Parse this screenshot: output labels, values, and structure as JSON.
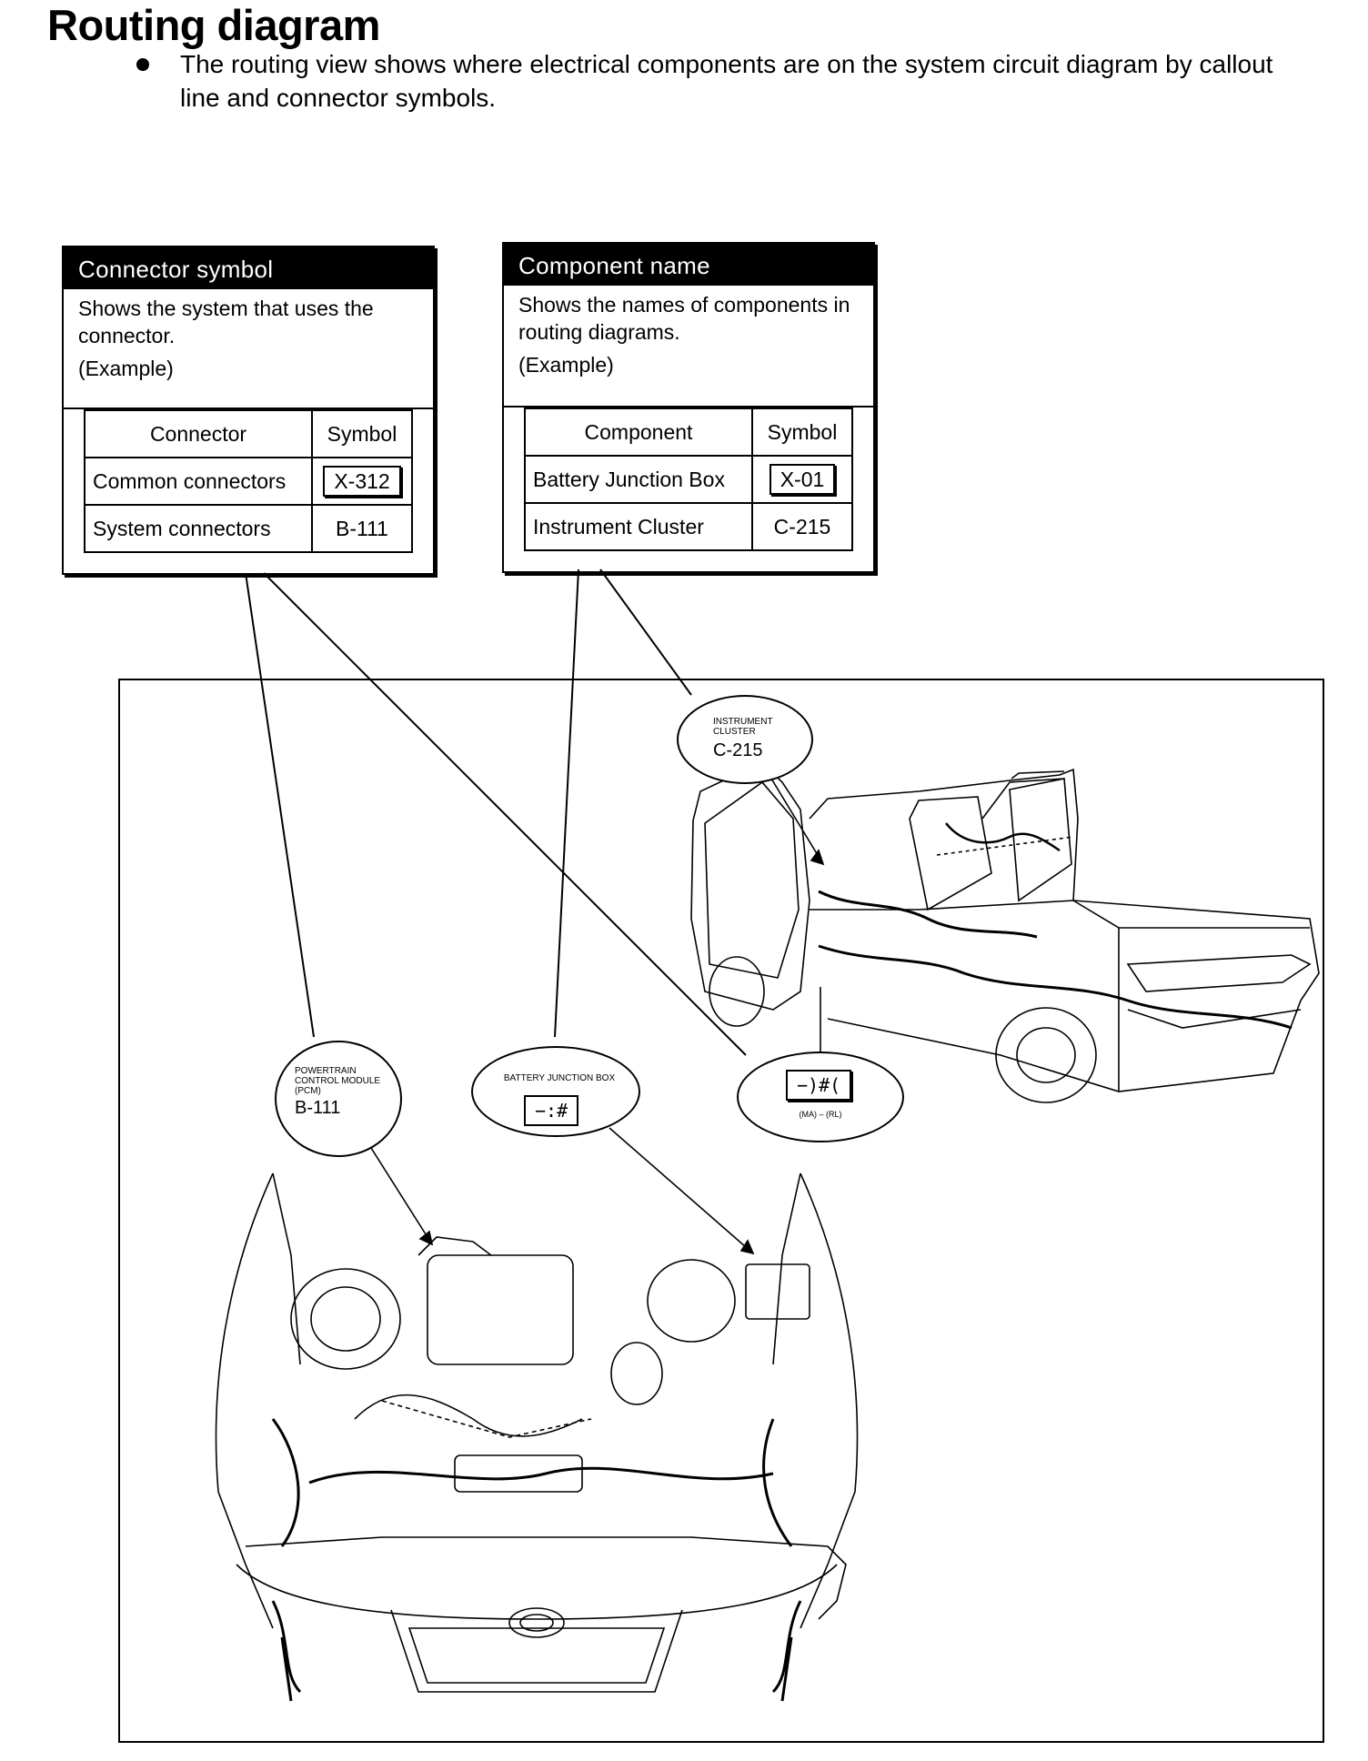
{
  "page": {
    "title": "Routing diagram",
    "bullet": "The routing view shows where electrical components are on the system circuit diagram by callout line and connector symbols."
  },
  "connector_box": {
    "header": "Connector symbol",
    "description": "Shows the system that uses the connector.",
    "example": "(Example)",
    "table": {
      "col_headers": [
        "Connector",
        "Symbol"
      ],
      "rows": [
        {
          "label": "Common connectors",
          "symbol": "X-312"
        },
        {
          "label": "System connectors",
          "symbol": "B-111"
        }
      ]
    }
  },
  "component_box": {
    "header": "Component name",
    "description": "Shows the names of components in routing diagrams.",
    "example": "(Example)",
    "table": {
      "col_headers": [
        "Component",
        "Symbol"
      ],
      "rows": [
        {
          "label": "Battery Junction Box",
          "symbol": "X-01"
        },
        {
          "label": "Instrument Cluster",
          "symbol": "C-215"
        }
      ]
    }
  },
  "callouts": {
    "instrument_cluster": {
      "name": "INSTRUMENT CLUSTER",
      "code": "C-215"
    },
    "pcm": {
      "name_line1": "POWERTRAIN",
      "name_line2": "CONTROL MODULE",
      "name_line3": "(PCM)",
      "code": "B-111"
    },
    "battery_junction_box": {
      "name": "BATTERY JUNCTION BOX",
      "symbol": "−:#"
    },
    "interconnect": {
      "symbol": "−)#(",
      "subtitle": "(MA) – (RL)"
    }
  }
}
